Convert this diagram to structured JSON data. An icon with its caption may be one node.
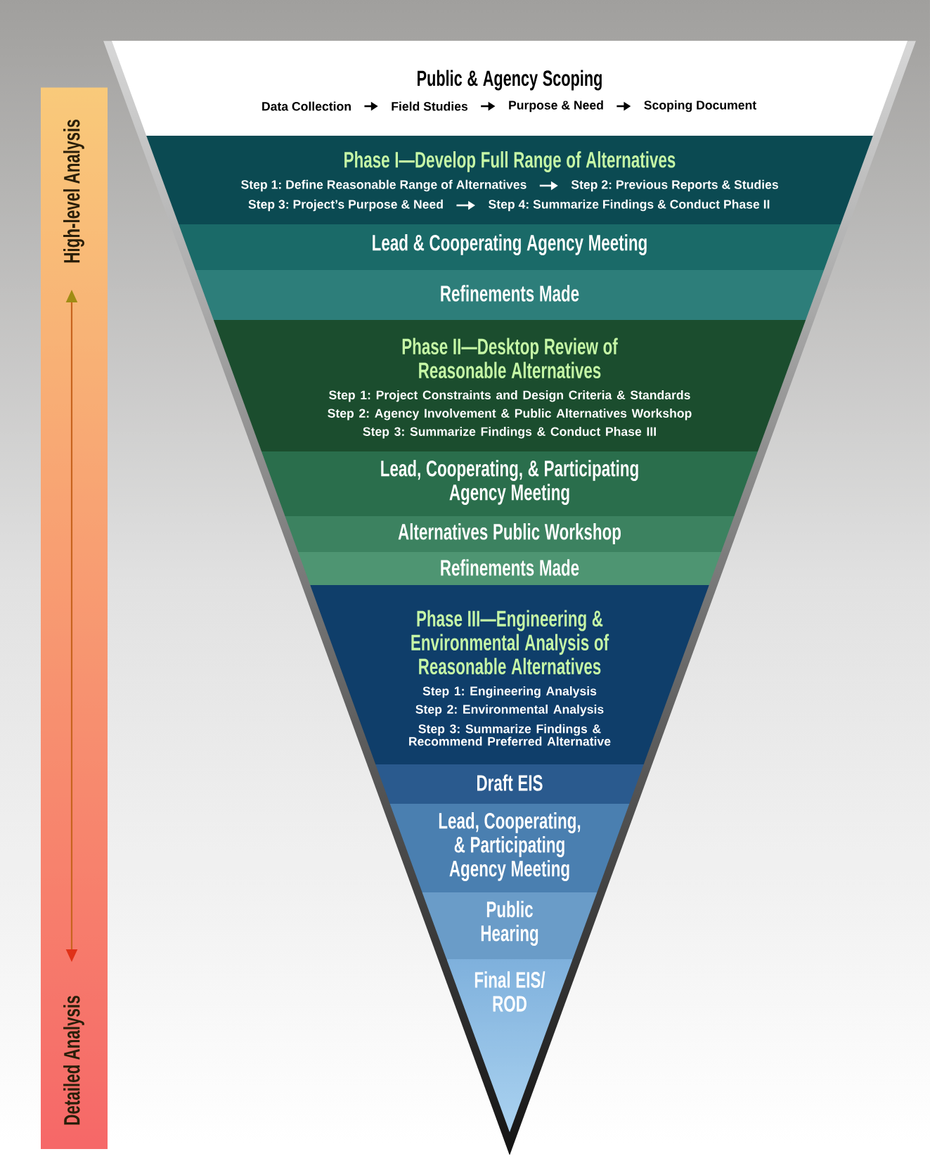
{
  "diagram": {
    "nodes": [
      {
        "text": [
          "Public & Agency Scoping"
        ]
      },
      {
        "text": [
          "Data Collection"
        ],
        "in": 0
      },
      {
        "text": [
          "Field Studies"
        ],
        "in": 0
      },
      {
        "text": [
          "Purpose & Need"
        ],
        "in": 0
      },
      {
        "text": [
          "Scoping Document"
        ],
        "in": 0
      },
      {
        "text": [
          "Phase I—Develop Full Range of Alternatives"
        ]
      },
      {
        "text": [
          "Step 1: Define Reasonable Range of Alternatives"
        ],
        "in": 5
      },
      {
        "text": [
          "Step 2: Previous Reports & Studies"
        ],
        "in": 5
      },
      {
        "text": [
          "Step 3: Project’s Purpose & Need"
        ],
        "in": 5
      },
      {
        "text": [
          "Step 4: Summarize Findings & Conduct Phase II"
        ],
        "in": 5
      },
      {
        "text": [
          "Lead & Cooperating Agency Meeting"
        ]
      },
      {
        "text": [
          "Refinements Made"
        ]
      },
      {
        "text": [
          "Phase II—Desktop Review of Reasonable Alternatives",
          "Step 1: Project Constraints and Design Criteria & Standards",
          "Step 2: Agency Involvement & Public Alternatives Workshop",
          "Step 3: Summarize Findings & Conduct Phase III"
        ]
      },
      {
        "text": [
          "Lead, Cooperating, & Participating Agency Meeting"
        ]
      },
      {
        "text": [
          "Alternatives Public Workshop"
        ]
      },
      {
        "text": [
          "Refinements Made"
        ]
      },
      {
        "text": [
          "Phase III—Engineering & Environmental Analysis of Reasonable Alternatives",
          "Step 1: Engineering Analysis",
          "Step 2: Environmental Analysis",
          "Step 3: Summarize Findings & Recommend Preferred Alternative"
        ]
      },
      {
        "text": [
          "Draft EIS"
        ]
      },
      {
        "text": [
          "Lead, Cooperating, & Participating Agency Meeting"
        ]
      },
      {
        "text": [
          "Public Hearing"
        ]
      },
      {
        "text": [
          "Final EIS/ ROD"
        ]
      }
    ],
    "edges": [
      {
        "from": 1,
        "to": 2,
        "arrow": "to"
      },
      {
        "from": 2,
        "to": 3,
        "arrow": "to"
      },
      {
        "from": 3,
        "to": 4,
        "arrow": "to"
      },
      {
        "from": 6,
        "to": 7,
        "arrow": "to",
        "color": "#ffffff"
      },
      {
        "from": 8,
        "to": 9,
        "arrow": "to",
        "color": "#ffffff"
      }
    ],
    "labels": [
      "High-level Analysis",
      "Detailed Analysis"
    ]
  }
}
